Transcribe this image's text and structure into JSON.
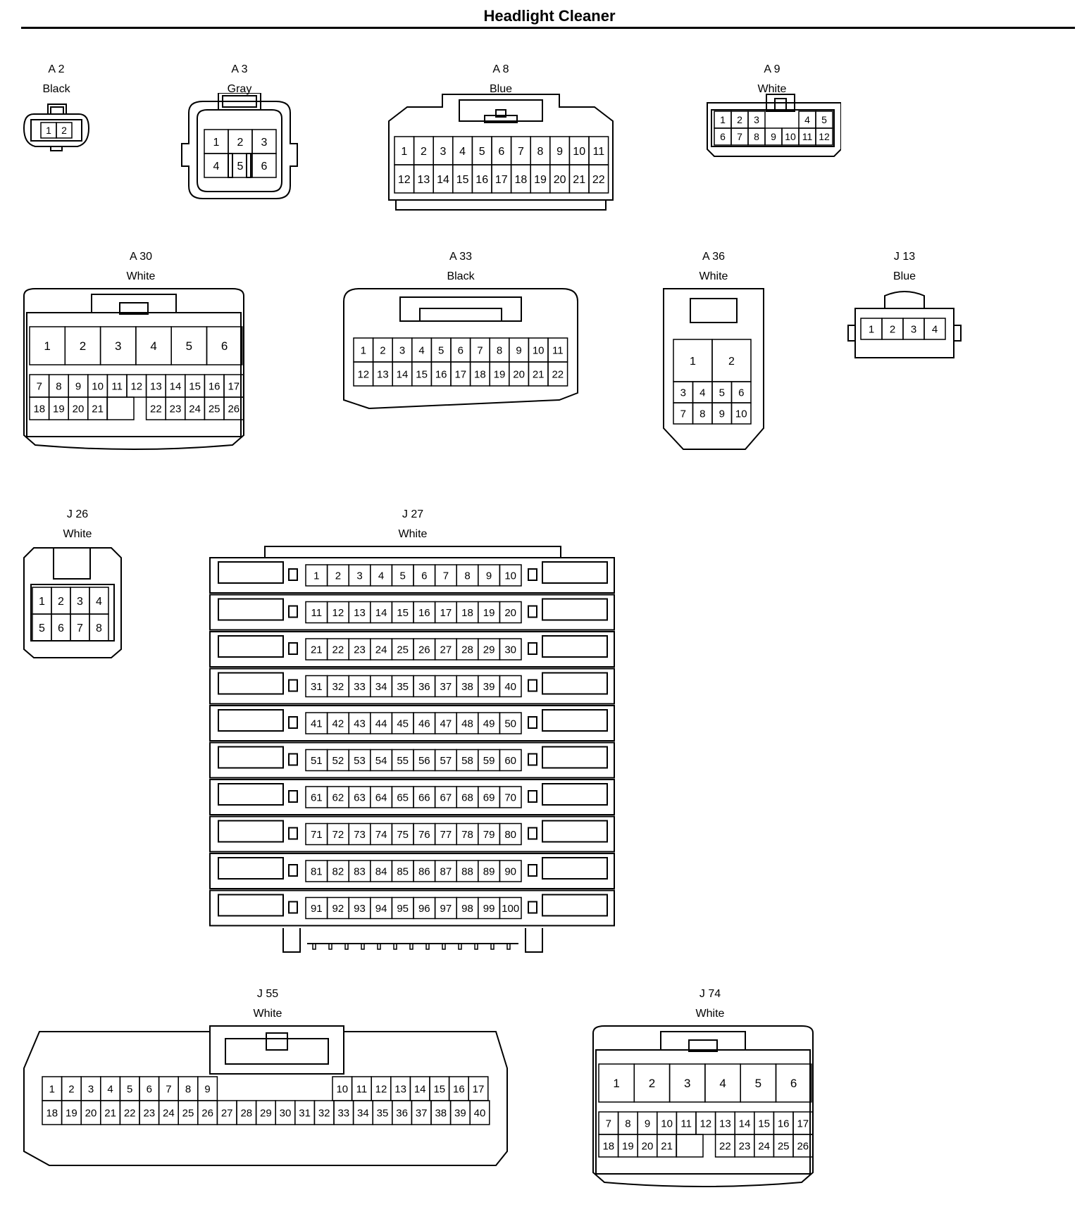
{
  "title": "Headlight Cleaner",
  "connectors": [
    {
      "id": "A 2",
      "color": "Black"
    },
    {
      "id": "A 3",
      "color": "Gray"
    },
    {
      "id": "A 8",
      "color": "Blue"
    },
    {
      "id": "A 9",
      "color": "White"
    },
    {
      "id": "A 30",
      "color": "White"
    },
    {
      "id": "A 33",
      "color": "Black"
    },
    {
      "id": "A 36",
      "color": "White"
    },
    {
      "id": "J 13",
      "color": "Blue"
    },
    {
      "id": "J 26",
      "color": "White"
    },
    {
      "id": "J 27",
      "color": "White"
    },
    {
      "id": "J 55",
      "color": "White"
    },
    {
      "id": "J 74",
      "color": "White"
    }
  ]
}
